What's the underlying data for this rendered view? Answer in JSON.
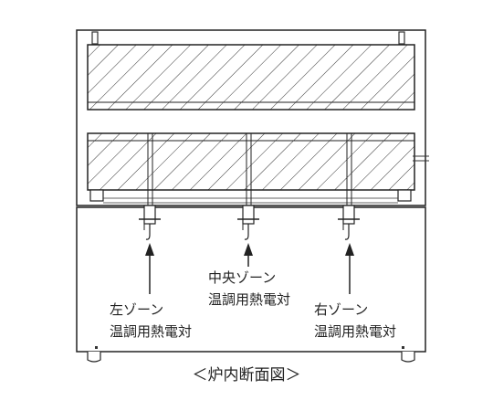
{
  "labels": {
    "left_zone": "左ゾーン",
    "center_zone": "中央ゾーン",
    "right_zone": "右ゾーン",
    "thermocouple": "温調用熱電対"
  },
  "caption": "＜炉内断面図＞"
}
